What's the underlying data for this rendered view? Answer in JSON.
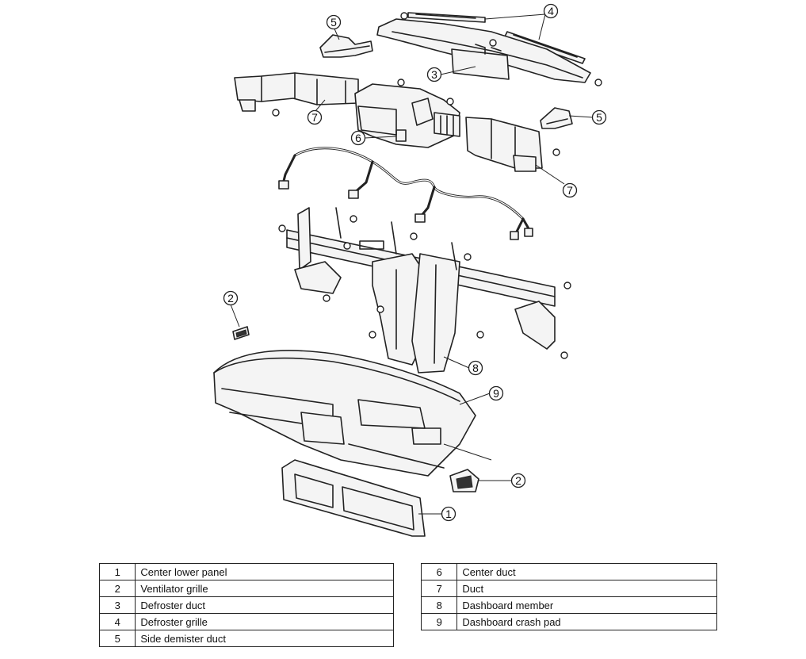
{
  "callouts": [
    {
      "id": "c5a",
      "num": "5"
    },
    {
      "id": "c4",
      "num": "4"
    },
    {
      "id": "c3",
      "num": "3"
    },
    {
      "id": "c7a",
      "num": "7"
    },
    {
      "id": "c5b",
      "num": "5"
    },
    {
      "id": "c6",
      "num": "6"
    },
    {
      "id": "c7b",
      "num": "7"
    },
    {
      "id": "c2a",
      "num": "2"
    },
    {
      "id": "c8",
      "num": "8"
    },
    {
      "id": "c9",
      "num": "9"
    },
    {
      "id": "c2b",
      "num": "2"
    },
    {
      "id": "c1",
      "num": "1"
    }
  ],
  "legend_left": [
    {
      "num": "1",
      "label": "Center lower panel"
    },
    {
      "num": "2",
      "label": "Ventilator grille"
    },
    {
      "num": "3",
      "label": "Defroster duct"
    },
    {
      "num": "4",
      "label": "Defroster grille"
    },
    {
      "num": "5",
      "label": "Side demister duct"
    }
  ],
  "legend_right": [
    {
      "num": "6",
      "label": "Center duct"
    },
    {
      "num": "7",
      "label": "Duct"
    },
    {
      "num": "8",
      "label": "Dashboard member"
    },
    {
      "num": "9",
      "label": "Dashboard crash pad"
    }
  ]
}
